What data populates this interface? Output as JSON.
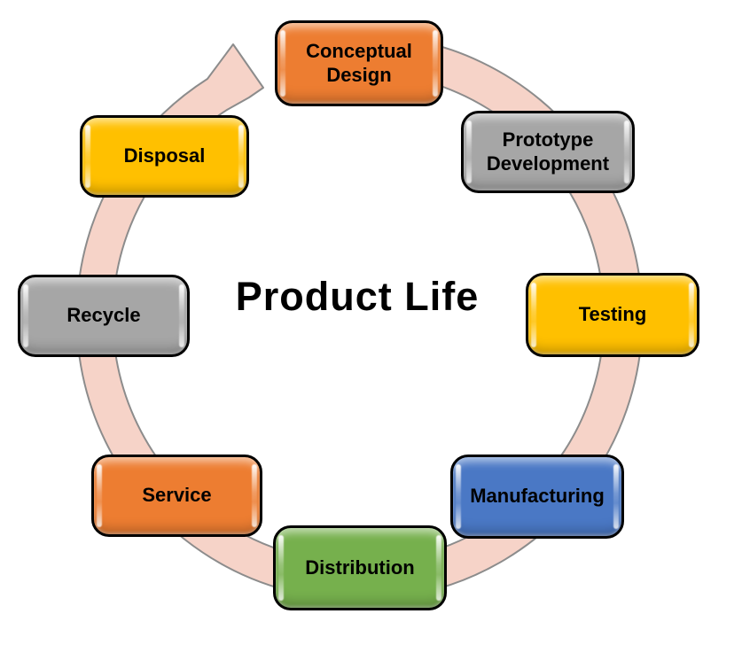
{
  "title": "Product Life",
  "diagram": {
    "type": "cycle",
    "direction": "clockwise",
    "ring_fill": "#F6D3C8",
    "ring_outline": "#8C8C8C",
    "box_border_color": "#000000",
    "text_color": "#000000"
  },
  "stages": [
    {
      "label": "Conceptual Design",
      "fill": "#ED7D31"
    },
    {
      "label": "Prototype Development",
      "fill": "#A6A6A6"
    },
    {
      "label": "Testing",
      "fill": "#FFC000"
    },
    {
      "label": "Manufacturing",
      "fill": "#4A78C5"
    },
    {
      "label": "Distribution",
      "fill": "#76B04D"
    },
    {
      "label": "Service",
      "fill": "#ED7D31"
    },
    {
      "label": "Recycle",
      "fill": "#A6A6A6"
    },
    {
      "label": "Disposal",
      "fill": "#FFC000"
    }
  ]
}
